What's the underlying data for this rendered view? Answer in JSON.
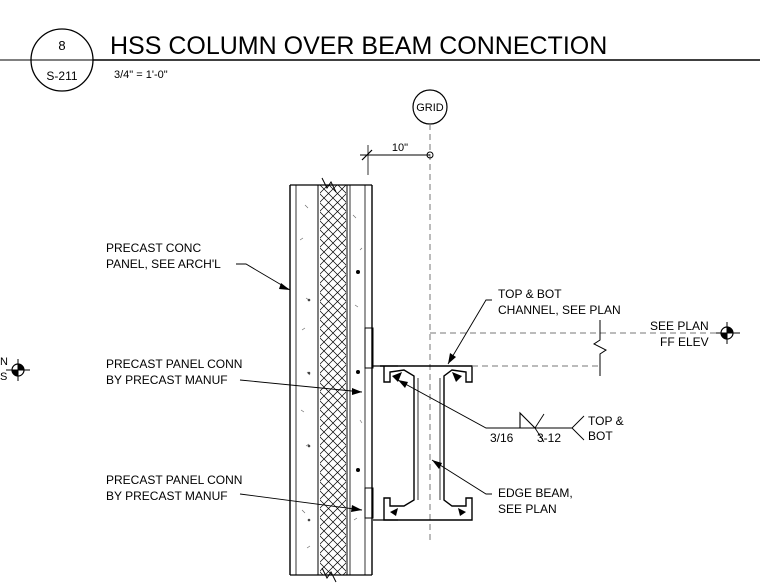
{
  "header": {
    "detail_number": "8",
    "sheet_number": "S-211",
    "title": "HSS COLUMN OVER BEAM CONNECTION",
    "scale": "3/4\" = 1'-0\""
  },
  "grid": {
    "label": "GRID",
    "dimension": "10\""
  },
  "callouts": {
    "precast_panel": [
      "PRECAST CONC",
      "PANEL, SEE ARCH'L"
    ],
    "panel_conn_top": [
      "PRECAST PANEL CONN",
      "BY PRECAST MANUF"
    ],
    "panel_conn_bottom": [
      "PRECAST PANEL CONN",
      "BY PRECAST MANUF"
    ],
    "channel": [
      "TOP & BOT",
      "CHANNEL, SEE PLAN"
    ],
    "see_plan": "SEE PLAN",
    "ff_elev": "FF ELEV",
    "edge_beam": [
      "EDGE BEAM,",
      "SEE PLAN"
    ]
  },
  "weld": {
    "size": "3/16",
    "length_pitch": "3-12",
    "note": [
      "TOP &",
      "BOT"
    ]
  },
  "left_edge": {
    "top": "N",
    "bottom": "S"
  }
}
